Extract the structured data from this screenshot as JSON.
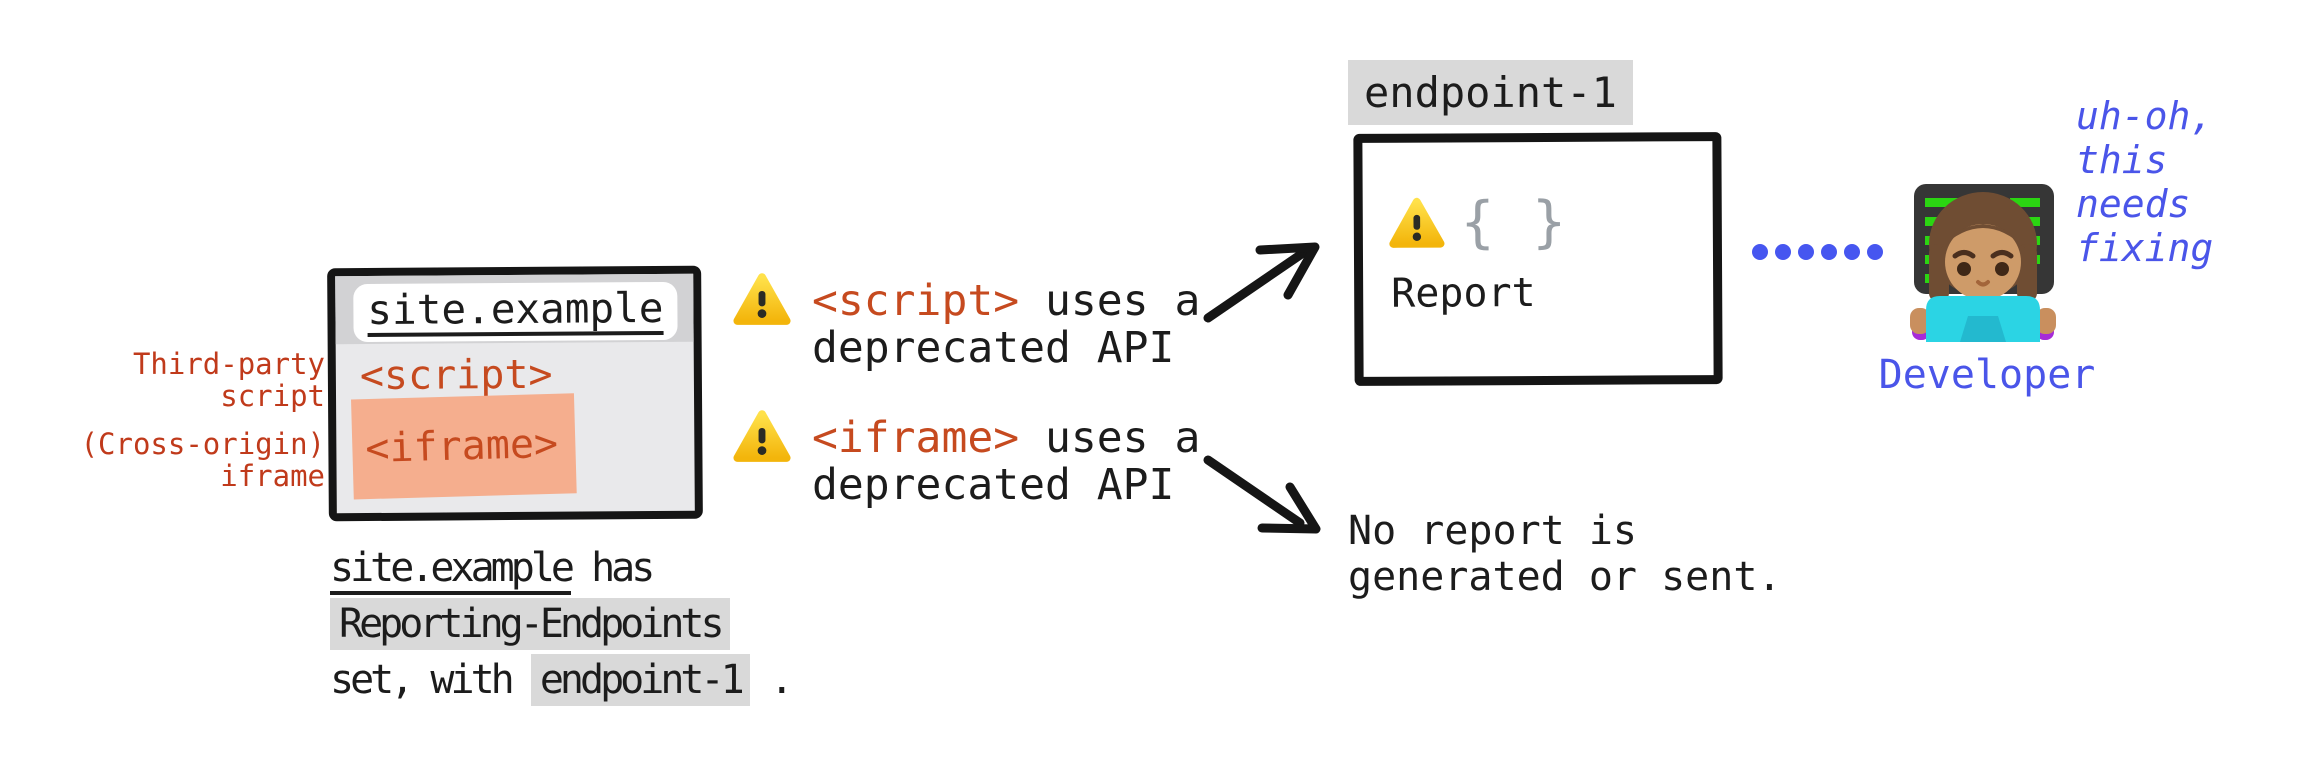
{
  "colors": {
    "ink": "#1c1c1c",
    "tag_red": "#c64a1f",
    "label_red": "#c03a1b",
    "blue": "#4a55e9",
    "dot_blue": "#4656f0",
    "chip_gray": "#d9d9d9",
    "titlebar_gray": "#d2d2d4",
    "window_body_gray": "#e9e9eb",
    "iframe_salmon": "#f5ae8e",
    "braces_gray": "#9aa0a6",
    "warning_yellow": "#fdd020"
  },
  "window": {
    "title": "site.example",
    "script_tag": "<script>",
    "iframe_tag": "<iframe>"
  },
  "side_labels": {
    "script_line1": "Third-party",
    "script_line2": "script",
    "iframe_line1": "(Cross-origin)",
    "iframe_line2": "iframe"
  },
  "caption": {
    "line1_code": "site.example",
    "line1_rest": " has",
    "line2_code": "Reporting-Endpoints",
    "line3_pre": "set, with ",
    "line3_code": "endpoint-1",
    "line3_post": " ."
  },
  "warnings": {
    "script": {
      "tag": "<script>",
      "rest": " uses a",
      "line2": "deprecated API"
    },
    "iframe": {
      "tag": "<iframe>",
      "rest": " uses a",
      "line2": "deprecated API"
    }
  },
  "endpoint": {
    "label": "endpoint-1",
    "braces": "{ }",
    "report": "Report"
  },
  "no_report": {
    "line1": "No report is",
    "line2": "generated or sent."
  },
  "developer": {
    "label": "Developer",
    "thought_line1": "uh-oh,",
    "thought_line2": "this",
    "thought_line3": "needs",
    "thought_line4": "fixing"
  }
}
